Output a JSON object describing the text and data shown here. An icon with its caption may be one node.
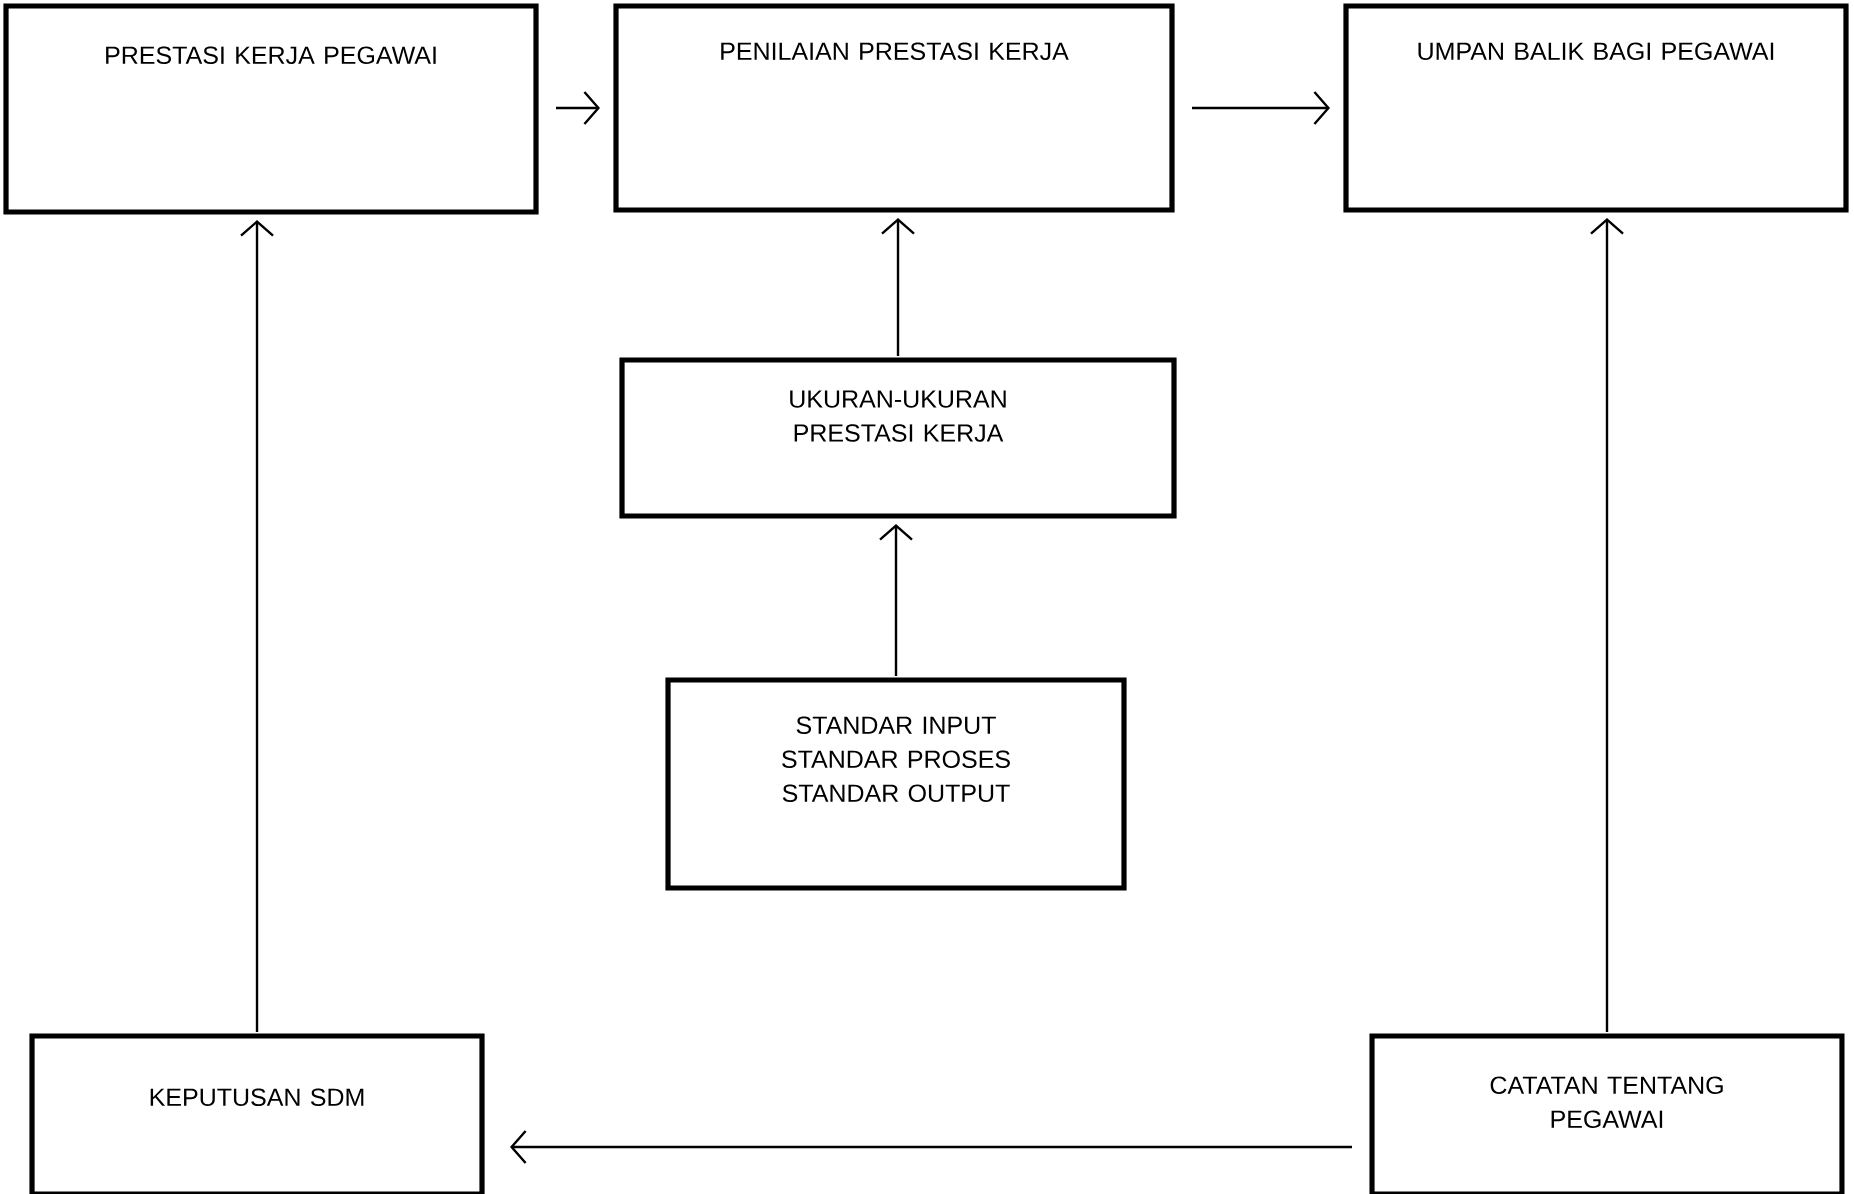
{
  "diagram": {
    "nodes": [
      {
        "text": [
          "PRESTASI KERJA PEGAWAI"
        ]
      },
      {
        "text": [
          "PENILAIAN PRESTASI KERJA"
        ]
      },
      {
        "text": [
          "UMPAN BALIK BAGI PEGAWAI"
        ]
      },
      {
        "text": [
          "UKURAN-UKURAN PRESTASI KERJA"
        ]
      },
      {
        "text": [
          "STANDAR INPUT STANDAR PROSES STANDAR OUTPUT"
        ]
      },
      {
        "text": [
          "KEPUTUSAN SDM"
        ]
      },
      {
        "text": [
          "CATATAN TENTANG PEGAWAI"
        ]
      }
    ],
    "edges": [
      {
        "from": 0,
        "to": 1,
        "arrow": "to"
      },
      {
        "from": 1,
        "to": 2,
        "arrow": "to"
      },
      {
        "from": 3,
        "to": 1,
        "arrow": "to"
      },
      {
        "from": 4,
        "to": 3,
        "arrow": "to"
      },
      {
        "from": 5,
        "to": 0,
        "arrow": "to"
      },
      {
        "from": 6,
        "to": 2,
        "arrow": "to"
      },
      {
        "from": 6,
        "to": 5,
        "arrow": "to"
      }
    ]
  }
}
